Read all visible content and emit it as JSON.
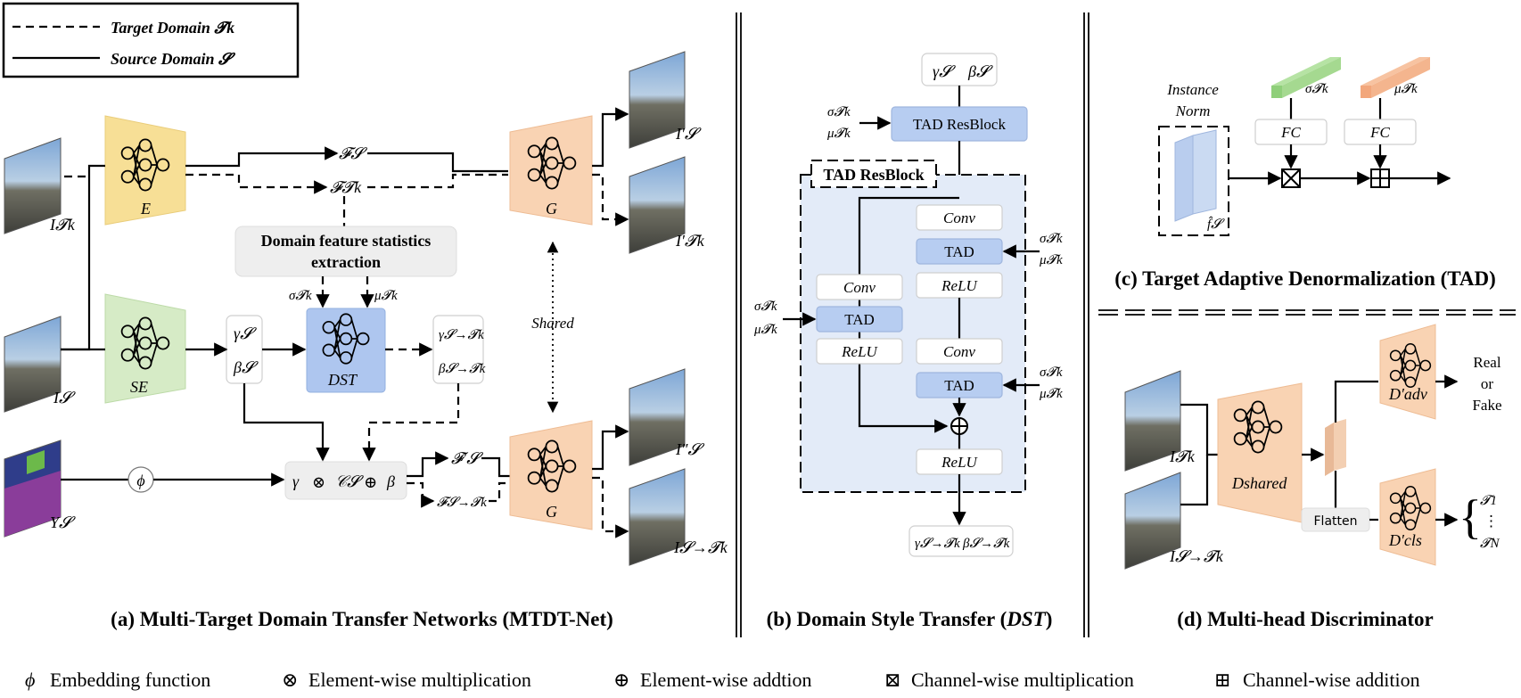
{
  "legend_top": {
    "target_label": "Target Domain 𝓣k",
    "source_label": "Source Domain 𝓢"
  },
  "panel_a": {
    "caption": "(a) Multi-Target Domain Transfer Networks (MTDT-Net)",
    "encoder_label": "E",
    "style_encoder_label": "SE",
    "generator_top_label": "G",
    "generator_bottom_label": "G",
    "dst_label": "DST",
    "shared_label": "Shared",
    "stats_box_line1": "Domain feature statistics",
    "stats_box_line2": "extraction",
    "feat_source": "𝓕𝓢",
    "feat_target": "𝓕𝓣k",
    "input_target": "I𝓣k",
    "input_source": "I𝓢",
    "input_seg": "Y𝓢",
    "out_source": "I′𝓢",
    "out_target": "I′𝓣k",
    "out_source2": "I″𝓢",
    "out_transfer": "I𝓢→𝓣k",
    "gamma_s": "γ𝓢",
    "beta_s": "β𝓢",
    "gamma_st": "γ𝓢→𝓣k",
    "beta_st": "β𝓢→𝓣k",
    "sigma_t": "σ𝓣k",
    "mu_t": "μ𝓣k",
    "phi": "ϕ",
    "combine_gamma": "γ",
    "combine_otimes": "⊗",
    "combine_c": "𝒞𝓢",
    "combine_oplus": "⊕",
    "combine_beta": "β",
    "feat_source2": "𝓕′𝓢",
    "feat_transfer": "𝓕𝓢→𝓣k"
  },
  "panel_b": {
    "caption_prefix": "(b) Domain Style Transfer (",
    "caption_italic": "DST",
    "caption_suffix": ")",
    "top_gamma": "γ𝓢",
    "top_beta": "β𝓢",
    "tad_resblock_top": "TAD ResBlock",
    "tad_resblock_label": "TAD ResBlock",
    "conv": "Conv",
    "tad": "TAD",
    "relu": "ReLU",
    "sigma": "σ𝓣k",
    "mu": "μ𝓣k",
    "out_gamma": "γ𝓢→𝓣k",
    "out_beta": "β𝓢→𝓣k"
  },
  "panel_c": {
    "caption": "(c) Target Adaptive Denormalization (TAD)",
    "instance_norm_1": "Instance",
    "instance_norm_2": "Norm",
    "fc1": "FC",
    "fc2": "FC",
    "sigma": "σ𝓣k",
    "mu": "μ𝓣k",
    "fhat": "f̂𝓢"
  },
  "panel_d": {
    "caption": "(d) Multi-head Discriminator",
    "d_shared": "Dshared",
    "d_adv": "D′adv",
    "d_cls": "D′cls",
    "flatten": "Flatten",
    "real": "Real",
    "or": "or",
    "fake": "Fake",
    "in_target": "I𝓣k",
    "in_transfer": "I𝓢→𝓣k",
    "class_1": "𝓣1",
    "class_dots": "⋮",
    "class_n": "𝓣N"
  },
  "bottom_legend": [
    {
      "symbol": "ϕ",
      "text": "Embedding function"
    },
    {
      "symbol": "⊗",
      "text": "Element-wise multiplication"
    },
    {
      "symbol": "⊕",
      "text": "Element-wise addtion"
    },
    {
      "symbol": "⊠",
      "text": "Channel-wise multiplication"
    },
    {
      "symbol": "⊞",
      "text": "Channel-wise addition"
    }
  ],
  "colors": {
    "encoder": "#f7df96",
    "style_encoder": "#d6ebc6",
    "generator": "#f9d3b3",
    "dst": "#aec6ef",
    "tad": "#b7cdf1",
    "dst_panel_bg": "#e3ebf8",
    "stats_box": "#eeeeee",
    "fc_green": "#8fcf7a",
    "fc_orange": "#f2a77c"
  }
}
